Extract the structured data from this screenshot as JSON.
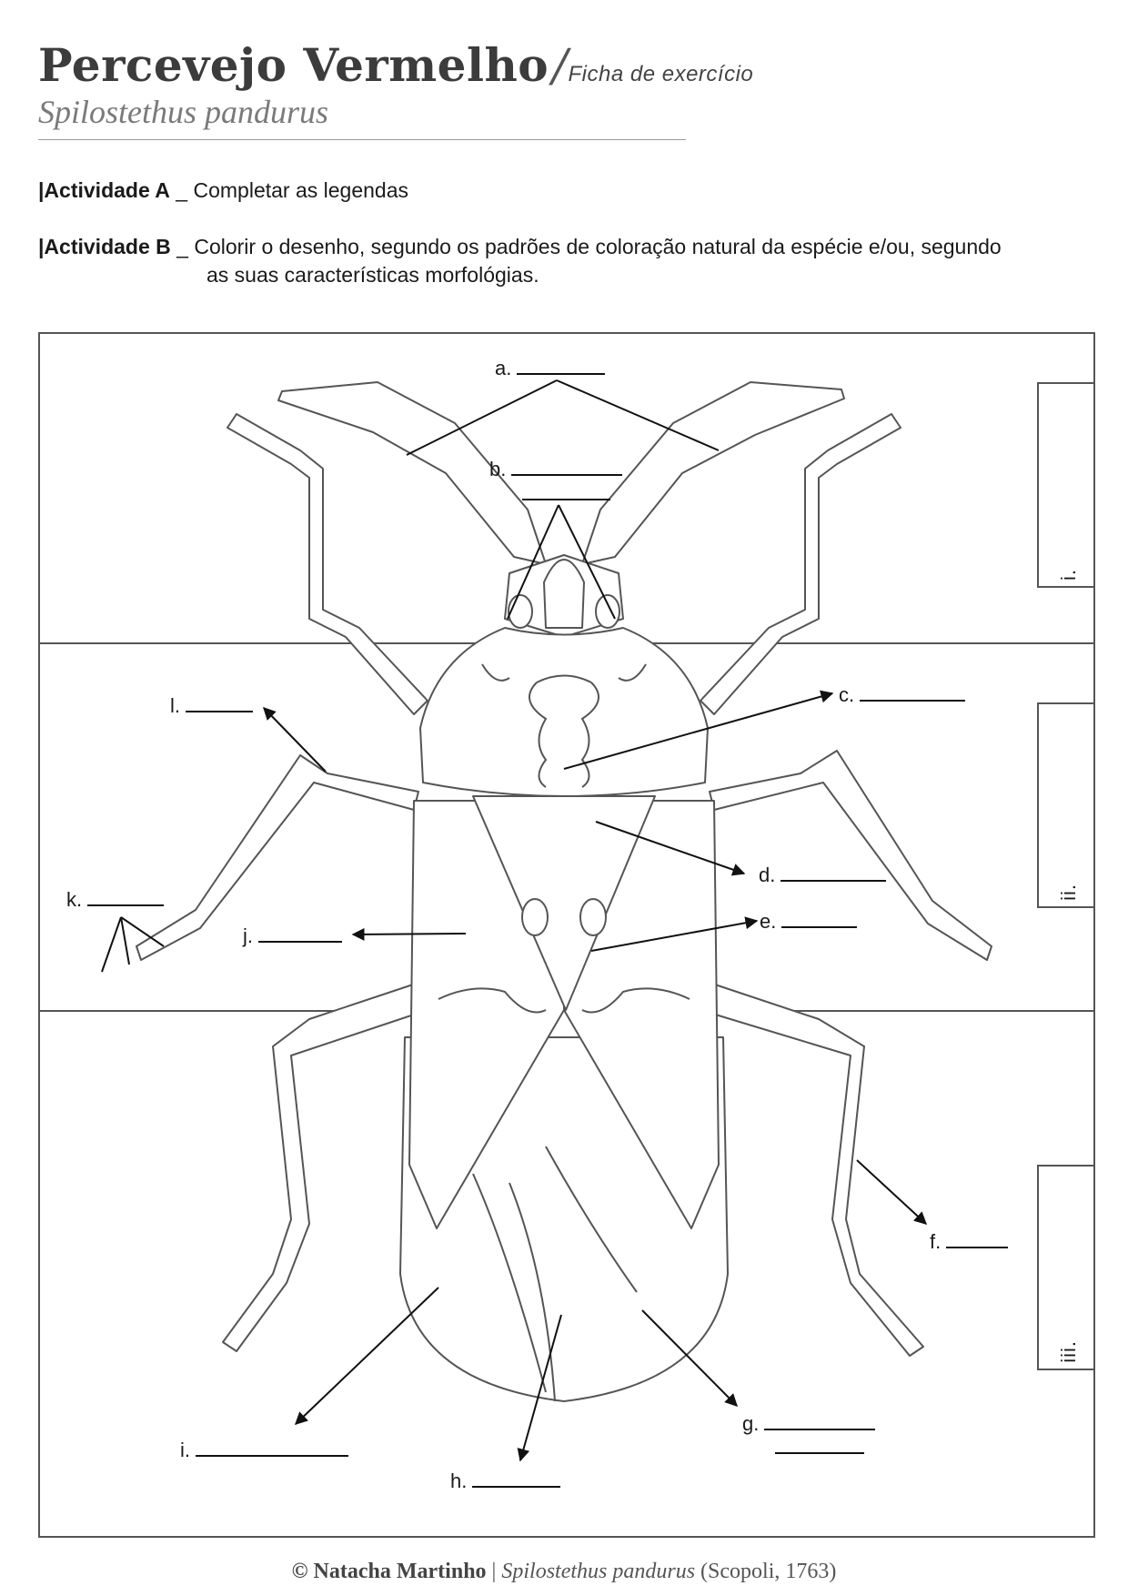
{
  "header": {
    "title": "Percevejo Vermelho",
    "slash": "/",
    "subtitle": "Ficha de exercício",
    "species": "Spilostethus pandurus"
  },
  "activities": {
    "a": {
      "label": "|Actividade A",
      "sep": " _ ",
      "text": "Completar as legendas"
    },
    "b": {
      "label": "|Actividade B",
      "sep": " _ ",
      "text": "Colorir o desenho, segundo os padrões de coloração natural da espécie e/ou, segundo",
      "text2": "as suas características morfológias."
    }
  },
  "sections": [
    "i.",
    "ii.",
    "iii."
  ],
  "labels": {
    "a": "a.",
    "b": "b.",
    "c": "c.",
    "d": "d.",
    "e": "e.",
    "f": "f.",
    "g": "g.",
    "h": "h.",
    "i": "i.",
    "j": "j.",
    "k": "k.",
    "l": "l."
  },
  "footer": {
    "copyright": "© Natacha Martinho",
    "separator": "|",
    "species": "Spilostethus pandurus",
    "authority": "(Scopoli, 1763)"
  }
}
